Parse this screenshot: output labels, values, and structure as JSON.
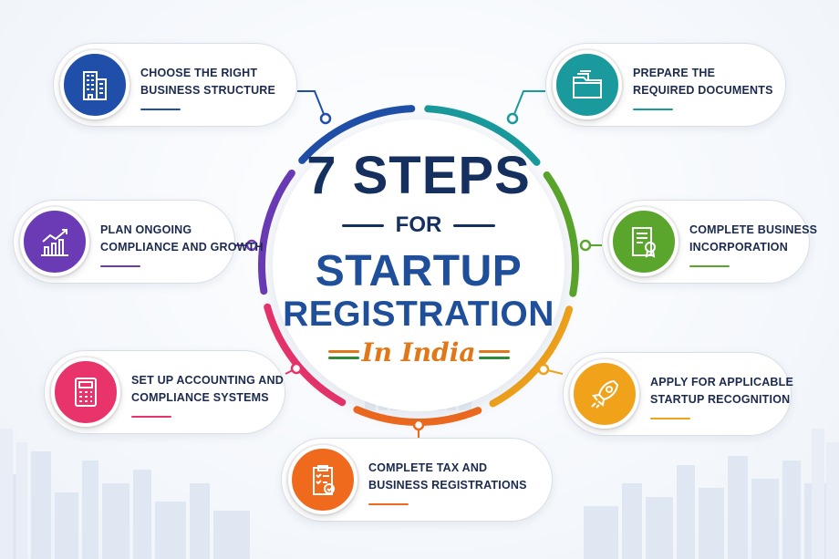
{
  "title": {
    "number": "7",
    "steps_word": "STEPS",
    "connector": "FOR",
    "line_startup": "STARTUP",
    "line_registration": "REGISTRATION",
    "subtitle": "In India"
  },
  "steps": [
    {
      "line1": "CHOOSE THE RIGHT",
      "line2": "BUSINESS STRUCTURE",
      "icon": "building-icon",
      "color": "#1f4fa8"
    },
    {
      "line1": "PREPARE THE",
      "line2": "REQUIRED DOCUMENTS",
      "icon": "folder-icon",
      "color": "#1a9a9c"
    },
    {
      "line1": "COMPLETE BUSINESS",
      "line2": "INCORPORATION",
      "icon": "certificate-icon",
      "color": "#5aa52c"
    },
    {
      "line1": "APPLY FOR APPLICABLE",
      "line2": "STARTUP RECOGNITION",
      "icon": "rocket-icon",
      "color": "#f0a21b"
    },
    {
      "line1": "COMPLETE TAX AND",
      "line2": "BUSINESS REGISTRATIONS",
      "icon": "clipboard-check-icon",
      "color": "#f06a1e"
    },
    {
      "line1": "SET UP ACCOUNTING AND",
      "line2": "COMPLIANCE SYSTEMS",
      "icon": "calculator-icon",
      "color": "#e8336b"
    },
    {
      "line1": "PLAN ONGOING",
      "line2": "COMPLIANCE AND GROWTH",
      "icon": "growth-chart-icon",
      "color": "#6a3bb5"
    }
  ],
  "colors": {
    "navy": "#15305f",
    "blue": "#1f4f9a",
    "saffron": "#e0781a",
    "green": "#2f8a3a"
  }
}
